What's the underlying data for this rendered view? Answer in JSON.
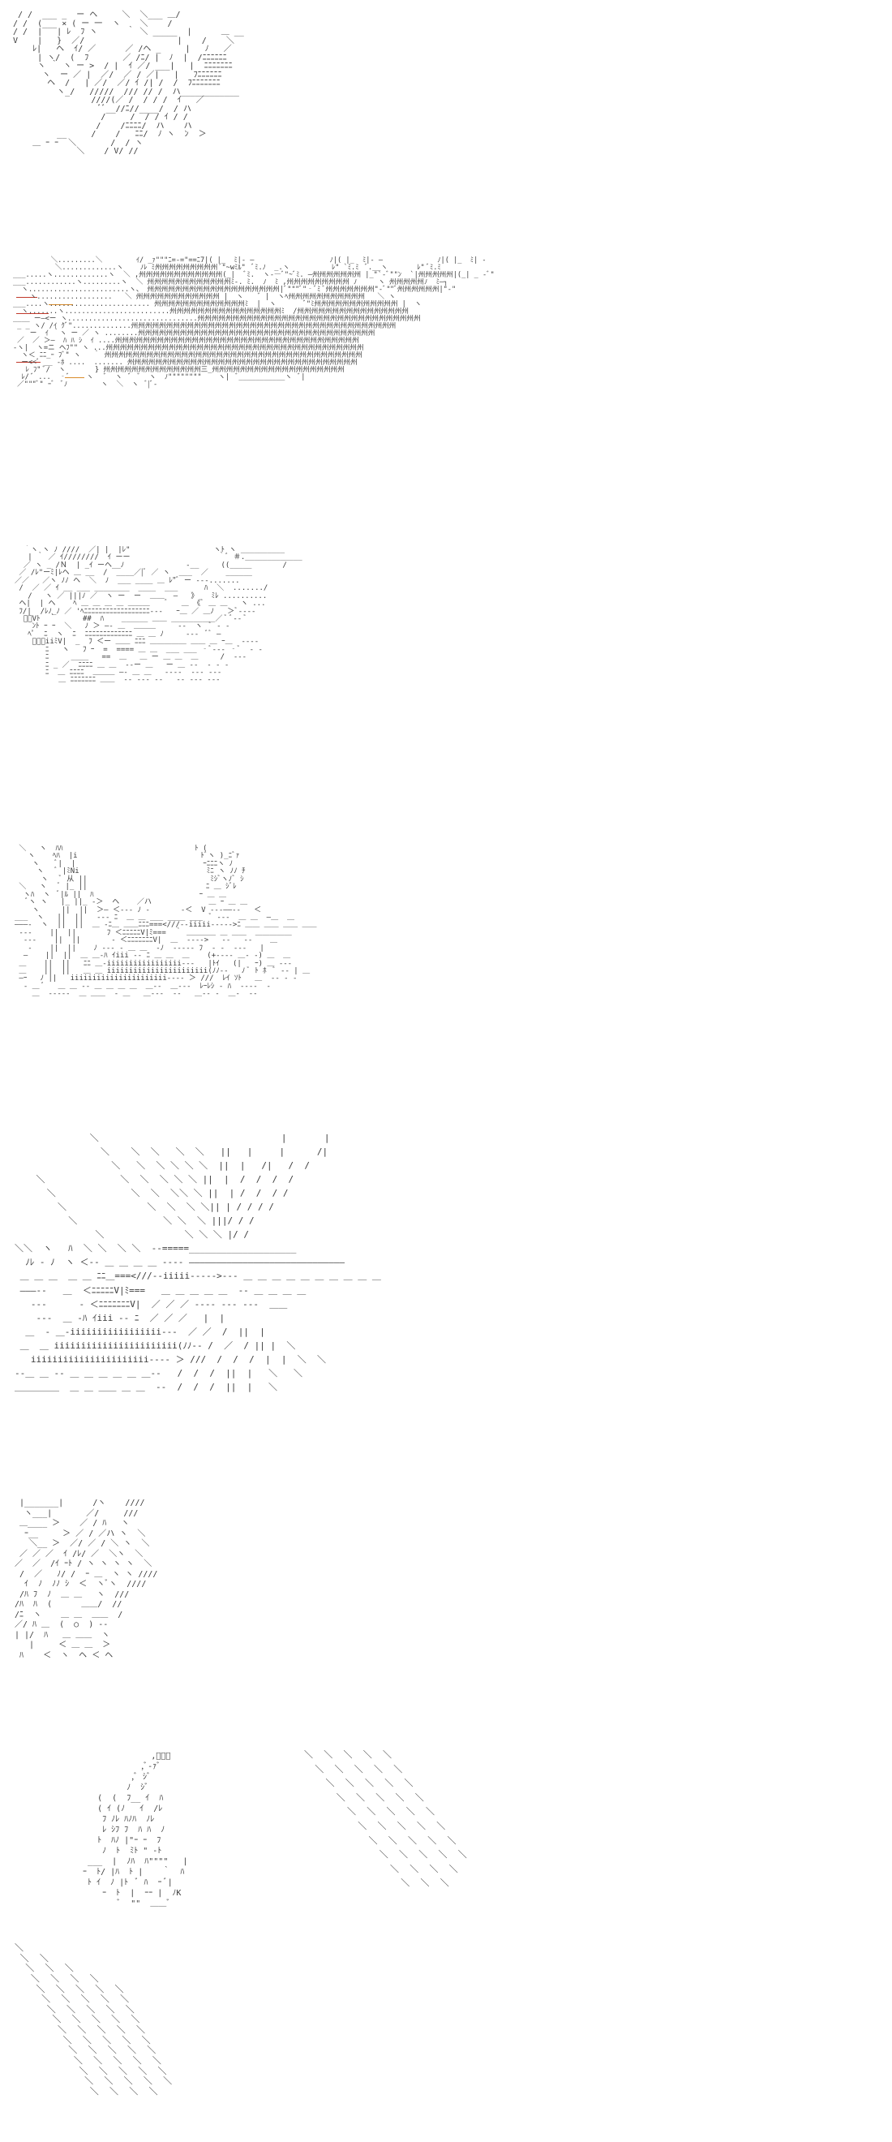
{
  "colors": {
    "background": "#ffffff",
    "ink": "#3a3a3a",
    "accent_red": "#c0392b",
    "accent_orange": "#d98c2b"
  },
  "panels": [
    {
      "id": "panel-1",
      "text": " / /  ___ _  ー ヘ     ＼  ＼___ ＿/ \n/ /  (___ × ( ー 一  ヽ    ＼    /\n/ /  |   | ﾚ  ﾌ ヽ      ｀ ＼ _____  |      ＿ __\nV    |   }  ／/                   |    /    ＼\n    ﾚ|   ヘ  ｲ/ ／      ／ /ヘ _     |   ﾉ   ／\n     | ヽ/  (  ﾌ       ／ /ﾆ/ |  ﾉ  |  /ﾆﾆﾆﾆﾆﾆ\n     ヽ ｀ ヽ ー >  / |  ｲ ／/ ___|   |  ﾆﾆﾆﾆﾆﾆﾆ\n      ヽ  ー ／ |  ／/  ／ / ／|   |   ﾌﾆﾆﾆﾆﾆﾆ\n       ヘ  /   | ／/  ／/ ｲ /| /  /  ﾌﾆﾆﾆﾆﾆﾆﾆ\n         ヽ_/   /////  /// // /  ハ____________\n                ////(／ /  / / /  ｲ   ／\n                  ﾞﾞ__//ﾆ//____/  / ハ\n                  /     /  / / ｲ / /\n                 /    /ﾆﾆﾆﾆ/  ハ    ハ\n         __     /    /   ﾆﾆ/  ﾉ ヽ  ﾝ  ＞\n    ＿ ｰ ｰ  ＼       /  / ヽ \n             ＼    / V/ //"
    },
    {
      "id": "panel-2",
      "text": "         ＼.........＼        ｲ/ _ｧ\"\"\"ﾆ=‐=\"==ﾆ7|( |_  ﾐ|‐ ―                  ﾉ|( |_  ﾐ|‐ ―             ﾉ|( |_  ﾐ| ‐ \n          ＼.............ヽ    ﾉﾚ ﾐ州州州州州州州州州´\"~wﾐﾙ\"  ﾞﾐ.ﾉ  _.ヽ          ﾚ\" `ﾐ.ﾐ  ﾞ.__ヽ       ﾚ\" ﾞﾐ.ﾐ\n___.....ヽ.............ヽ  ＼ ,州州州州州州州州州州州州(_|  ﾞﾐ.  ヽ‐―ﾞ\"~ﾞﾐ. ―州州州州州州州 |_\"`‐ﾞ\"\"ﾝ  `|州州州州州|(_| _ ‐ﾞ\"\n___............ヽ.........ヽ  ＼ 州州州州州州州州州州州州ﾐ‐. ﾐ.  ﾉ  ﾐ ,州州州州州州州州州 ﾉ     ヽ 州州州州州ﾉ  ﾐ―┐\n  ヽ........................ヽ、 州州州州州州州州州州州州州州州州州州州|ﾞ\"\"\"ﾞ\"‐ﾞﾐ ﾞ州州州州州州州\"‐ﾞ\"\"ﾞ州州州州州州|\"‐\"\n    ヽ..................   ＼ 州州州州州州州州州州州州 |  ヽ    ﾞ |  ヽﾍ州州州州州州州州州州州   ＼ ヽ\n___....ヽ........................ 州州州州州州州州州州州州州ﾐ  |  ヽ       ﾞ\"ﾐ州州州州州州州州州州州州 |  ヽ\n  ヽ.......ヽ.........................州州州州州州州州州州州州州州州州ﾐ  /州州州州州州州州州州州州州州州州\n____ ー―<ー ヽ...............................州州州州州州州州州州州州州州州州州州州州州州州州州州州州州州州州\n _ _ ヽ/ /ｲ ｸﾞ\"..............州州州州州州州州州州州州州州州州州州州州州州州州州州州州州州州州州州州州州州\n    ー  ｲ ｀ヽ ー ／ ヽ ........州州州州州州州州州州州州州州州州州州州州州州州州州州州州州州州州州州\n ／  ／ ＞―  ﾊ ﾊ ｼ  ｲ ....州州州州州州州州州州州州州州州州州州州州州州州州州州州州州州州州州州州\n‐ヽ|  ヽ=ニ ヘﾌ\"\" ヽ ...州州州州州州州州州州州州州州州州州州州州州州州州州州州州州州州州州州州州州\n  ヽ＜ ﾆﾆ_ｰ ﾌﾞ\" ヽ   ｀ 州州州州州州州州州州州州州州州州州州州州州州州州州州州州州州州州州州州州州\n  ー<<ﾞ __ ‐ﾎ ....  ....... 州州州州州州州州州州州州州州州州州州州州州州州州州州州州州州州州州\n   ﾚ ﾌ\" ﾞ/  ヽ       } 州州州州州州州州州州州州州州三_州州州州州州州州州州州州州州州州州州州\n  ﾚ/ ﾞ ...  ‐ﾞ    ヽ   ﾞ  ヽ  ﾞ  ﾞ  ヽ  ﾉ\"\"\"\"\"\"\"\"    ヽ|  ﾞ___________ヽ  ﾞ|\n ／\"\"\"ﾞ\" ｰﾞ  ﾞﾉ        ヽ  ＼  ヽ  ﾞ|ﾞ‐"
    },
    {
      "id": "panel-3",
      "text": "  ｀ヽ ヽ ﾉ ////  ／| |  |ﾚ\"                   ヽﾄ ヽ __________\n   | ｀ ／ ｲ////////  ｲ ーー                    ｀ﾞ ＃._____________\n  ／ ヽ _ /Ｎ  | _ｲ ーヘ__ﾉ              ‐__     ((_____       /\n ／ /ﾚ\"ーﾐ|ﾚヘ ＿ __  /  ____／|ﾞ ／ ヽ  ___  ／    ______\n／／   ／ヽ ﾉﾉ ヘ  ＼  ﾉ  ___ ____ ＿ ﾚ\"ﾞ ー ‐‐‐.......\n /  ／ ／ ｲ __ ___ ________  ____  ___      ﾊ  ＼  ......./ \n   /   ヽ ／ |||ﾉ ／  ヽ ー  ー  ＿＿  ―   》   ﾐﾚ ..........\n ヘ|  | ヘ    ﾍ ＿ ＿ ＿ ＿ ＿＿＿    ﾞ   ＿ 《ﾞ ＿ ＿   ヽ ...\n ﾌ/|  /ﾚﾉ_ﾉ ／ 'ﾍﾆﾆﾆﾆﾆﾆﾆﾆﾆﾆﾆﾆﾆﾆﾆﾆﾆﾆ‐‐‐   ｰ＿ ／ ＿ﾉ   ＞ﾞ‐‐‐‐\n  ﾞﾞVﾄ  ｀      ##  ﾊ    ______ ＿＿ __________／ ﾞ ﾞ‐‐ ﾞ\n    ﾝﾄ ｰ ｰ  ＼   ﾉ ＞ ―‐ ＿  ＿＿＿     ‐‐  ヽ  ﾞ ‐ ‐\n   ﾍﾟ  ﾆ  ヽ  ﾆ  ﾆﾆﾆﾆﾆﾆﾆﾆﾆﾆﾆﾆﾆ ＿ ＿ ﾉ     ‐‐‐  ﾞﾞ ―\n    ﾞﾞﾞiiﾐV|  _  ﾌ ＜ー ＿＿ ﾆﾆﾆ ＿＿＿＿＿ ＿＿ ＿ ｰ＿  ‐‐‐‐\n       ﾆ   ヽ   ﾌ ｰ  =  ==== ＿ ＿  ___ ___ ‐ﾞ‐‐‐ ‐ﾞ  ‐ ‐\n       ﾆ     ____   ==  ＿   ＿ ー ＿ ＿  ＿     /  ‐‐‐\n       ﾆ _ ／  ﾆﾆﾆﾆ ＿ ＿  ‐‐ー ＿   ー ＿ ‐‐  ‐ ‐ ‐\n       ﾆ  ＿ ﾆﾆﾆﾆ  ＿＿＿ ―‐ ＿ ＿   ‐‐‐‐  ‐‐‐ ‐‐‐\n          ＿ ﾆﾆﾆﾆﾆﾆﾆ ＿＿  ‐‐ ‐‐‐ ‐‐   ‐‐ ‐‐‐ ‐‐‐"
    },
    {
      "id": "panel-4",
      "text": " ＼   ヽ  ﾊﾊ                              ﾄ (\n   ヽ    ﾍﾊ  |i                            ﾄﾞヽ )_ﾆﾞｧ\n    ヽ    ﾞ|  |                             ｰﾆﾆﾆヽ ﾉ\n     ヽ   ﾞ |ﾐNi                             ﾐﾆ ヽ ﾉﾉ ﾁ\n      ヽ   ﾞ 从 ||                            ﾐｼﾞヽﾉﾞ ｼ\n ＼   ヽ   ﾞ |_ ||                           ﾆ ＿ ｼﾞﾚ\n  ヽﾊ  ヽ  ﾞ|ﾙ ||  ﾊ                        ｰ ＿ ＿ \n   ﾞヽ ヽ   |_ ||_ ‐＞  ヘ    ／ハ             ＿ ｰ ＿ ＿\n    ヽ     ||  ||  ＞― ＜‐‐‐ ﾉ ‐       ‐＜  V ‐‐‐――‐‐   ＜\n___  ヽ   ||  ||   ‐‐‐ ﾆ  ＿ ＿ ___ ____ ___  ﾞ ‐‐‐  ＿ ＿  ―＿  ＿\n―――‐  ヽ  ||  ||  ＿ ‐ﾆ＿ ＿＿ﾆﾆﾆ===<///‐‐iiiii‐‐‐‐‐>ﾆ ＿＿ ＿＿ ＿＿ ＿＿\n ‐‐‐    ||  ||       ﾌ ＜ﾆﾆﾆﾆﾆV|ﾐ===  ｀ ＿＿＿＿ ＿ ＿＿  ＿＿＿＿＿\n  ‐‐‐    ||  ||       ‐ ＜ﾆﾆﾆﾆﾆﾆﾆV|  ＿  ‐‐‐‐>   ‐‐   ‐‐    ＿\n   ‐    ||  ||    ﾉ ‐‐‐ ‐ ＿ ＿  ‐ﾉ  ‐‐‐‐‐ ﾌ  ‐ ‐  ‐‐‐   |  \n  ―    ||  ||  ＿ ＿‐ﾊ ｲiii ‐‐ ﾆ ＿ ＿  ＿    (+‐‐‐‐ ＿‐ ‐) ＿  ＿\n ＿    ||  ||   ﾆﾆ ＿‐iiiiiiiiiiiiiiiii‐‐‐   |ﾄｲ   (|   ｰ) ＿ ‐‐‐\n ＿    ||  ||   ＿ ＿ iiiiiiiiiiiiiiiiiiiiiii(ﾉﾉ‐‐   ﾉ ﾞ ﾄ ﾎ  ﾞ ‐‐ | ＿\n ―ｰ   ﾉ ||   iiiiiiiiiiiiiiiiiiiiii‐‐‐‐ ＞ ///  ﾚｲ ｿﾄ   ＿  ‐‐ ‐ ‐\n  ‐ ＿ ﾞ   ＿ ＿ ‐‐ ＿ ＿ ＿ ＿  ＿‐‐  ＿‐‐‐  ﾚｰﾚｼ ‐ ﾊ  ‐‐‐‐  ‐\n    ＿  ‐‐‐‐‐  ＿ ＿＿  ‐ ＿   ＿‐‐‐  ‐‐   ＿‐‐ ‐  ＿‐  ‐‐"
    },
    {
      "id": "panel-5",
      "text": "              ＼                                  |       |\n                ＼    ＼  ＼   ＼  ＼   ||   |     |      /|\n                  ＼   ＼  ＼ ＼ ＼ ＼  ||  |   /|   /  /\n    ＼              ＼  ＼  ＼ ＼ ＼ ||  |  /  /  /  /\n      ＼              ＼  ＼  ＼＼ ＼ ||  | /  /  / /\n        ＼               ＼  ＼  ＼ ＼|| | / / / /\n          ＼                ＼ ＼  ＼ |||/ / /\n               ＼               ＼ ＼ ＼ |/ /\n＼＼  ヽ   ﾊ  ＼ ＼  ＼ ＼  ‐‐=====____________________ \n  ﾉﾚ ‐ ﾉ  ヽ ＜‐‐ ＿ ＿ ＿ ＿ ‐‐‐‐ ―――――――――――――――――――――――――――――\n ＿ ＿ ＿  ＿ ＿ ﾆﾆ＿===<///‐‐iiiii‐‐‐‐‐>‐‐‐ ＿ ＿ ＿ ＿ ＿ ＿ ＿ ＿ ＿ ＿\n ―――‐‐   ＿  ＜ﾆﾆﾆﾆﾆV|ﾐ===   ＿ ＿ ＿ ＿ ＿  ‐‐ ＿ ＿ ＿ ＿\n   ‐‐‐      ‐ ＜ﾆﾆﾆﾆﾆﾆﾆV|  ／ ／ ／ ‐‐‐‐ ‐‐‐ ‐‐‐  ＿＿\n    ‐‐‐  ＿ ‐ﾊ ｲiii ‐‐ ﾆ  ／ ／ ／   |  |  \n  ＿  ‐ ＿‐iiiiiiiiiiiiiiiii‐‐‐  ／ ／  /  ||  |\n ＿  ＿ iiiiiiiiiiiiiiiiiiiiiii(ﾉﾉ‐‐ /  ／  / || |  ＼\n   iiiiiiiiiiiiiiiiiiiiii‐‐‐‐ ＞ ///  /  /  /  |  |  ＼  ＼\n‐‐＿ ＿ ‐‐ ＿ ＿ ＿ ＿ ＿ ＿‐‐   /  /  /  ||  |   ＼   ＼\n＿＿＿＿＿  ＿ ＿ ＿＿ ＿ ＿  ‐‐  /  /  /  ||  |   ＼"
    },
    {
      "id": "panel-6",
      "text": " |_______|      /ヽ    ////\n  ヽ___|       ／/     ///\n ＿____ ＞    ／ / ﾊ   ヽ\n  ｰ__     ＞ ／ / ／ハ ヽ  ＼\n   ＼__ ＞  ／/ ／ / ＼ ヽ  ＼\n ／ ／ ／  ｲ /ﾚ/ ／  ＼ヽ  ＼\n／  ／  /ｲ ｰﾄ / ヽ ヽ ヽ ヽ  ＼\n /  ／   ﾉ/ /  ｰ ＿  ヽ ヽ ////\n  ｲ  ﾉ  ﾉﾉ ｼ  ＜  ヽﾞヽ  ////\n /ﾊ ﾌ  ﾉ  ＿ ＿   ヽ  ///\n/ﾊ  ﾊ  (      ＿＿/  //\n/ﾆ  ヽ    ＿ ＿  ＿＿  /\n／/ ﾊ ＿  (  ○  ) ‐‐\n| |/  ﾊ   ＿ ＿＿  ヽ\n   |     ＜ ＿ ＿  ＞\n ﾊ    ＜  ヽ  ヘ ＜ ヘ"
    },
    {
      "id": "panel-7a",
      "text": "                ,ﾞﾞﾞ\n              ,ﾞ‐ｧﾞ\n            ,ﾞ ｼﾞ\n           ﾉ  ｼﾞ\n     (  (  ﾌ__ ｲ  ﾊ\n     ( ｲ (ﾉ   ｲ  /ﾚ\n      ﾌ ﾉﾚ ﾊﾉﾊ  ﾉﾚ\n      ﾚ ｼﾌ ﾌ  ﾊ ﾊ  ﾉ\n     ﾄ  ﾊﾉ |\"ｰ ｰ  ﾌ\n      ﾉ  ﾄ  ﾐﾄ \" ‐ﾄ\n   ___  |  ﾉﾊ  ﾊ\"\"\"\"   |\n  ｰ  ﾄ/ |ﾊ  ﾄ |    ｀  ﾊ\n   ﾄ ｲ  ﾉ |ﾄ  ﾞ ﾊ  ｰ ﾞ|\n      ｰ  ﾄ  |  ｰｰ |  ﾉK\n         ﾞ  \"\"  ＿＿ﾞ"
    },
    {
      "id": "panel-7b",
      "text": "＼  ＼  ＼  ＼  ＼\n  ＼  ＼  ＼  ＼  ＼\n    ＼  ＼  ＼  ＼  ＼\n      ＼  ＼  ＼  ＼  ＼\n        ＼  ＼  ＼  ＼  ＼\n          ＼  ＼  ＼  ＼  ＼\n            ＼  ＼  ＼  ＼  ＼\n              ＼  ＼  ＼  ＼  ＼\n                ＼  ＼  ＼  ＼\n                  ＼  ＼  ＼"
    },
    {
      "id": "panel-7c",
      "text": "＼\n ＼  ＼\n  ＼  ＼  ＼\n   ＼  ＼  ＼  ＼\n    ＼  ＼  ＼  ＼  ＼\n     ＼  ＼  ＼  ＼  ＼\n      ＼  ＼  ＼  ＼  ＼\n       ＼  ＼  ＼  ＼  ＼\n        ＼  ＼  ＼  ＼  ＼\n         ＼  ＼  ＼  ＼  ＼\n          ＼  ＼  ＼  ＼  ＼\n           ＼  ＼  ＼  ＼  ＼\n            ＼  ＼  ＼  ＼  ＼\n             ＼  ＼  ＼  ＼  ＼\n              ＼  ＼  ＼  ＼"
    }
  ]
}
